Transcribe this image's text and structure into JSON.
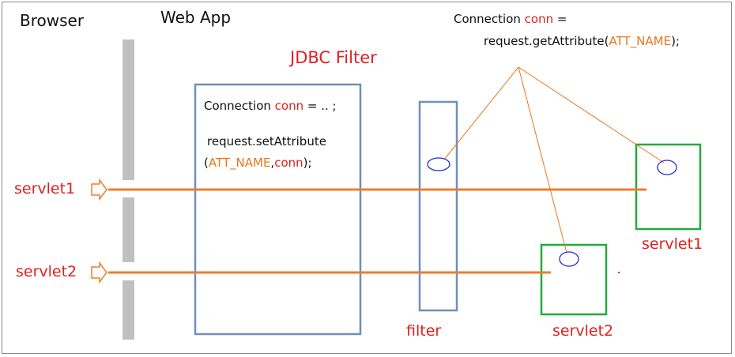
{
  "headers": {
    "browser": "Browser",
    "webapp": "Web App"
  },
  "labels": {
    "jdbc_filter": "JDBC Filter",
    "servlet1_left": "servlet1",
    "servlet2_left": "servlet2",
    "filter": "filter",
    "servlet1_right": "servlet1",
    "servlet2_right": "servlet2"
  },
  "get_attr": {
    "l1_prefix": "Connection ",
    "l1_var": "conn",
    "l1_suffix": " =",
    "l2_prefix": "request.getAttribute(",
    "l2_arg": "ATT_NAME",
    "l2_suffix": ");"
  },
  "jdbc_box": {
    "l1_prefix": "Connection ",
    "l1_var": "conn",
    "l1_suffix": " = ..  ;",
    "l2": "request.setAttribute",
    "l3_open": "(",
    "l3_arg1": "ATT_NAME",
    "l3_sep": ",",
    "l3_arg2": "conn",
    "l3_close": ");"
  },
  "colors": {
    "browser_bar": "#c0c0c0",
    "box_blue": "#6e8fb8",
    "box_green": "#22aa3a",
    "request_line": "#f07d28",
    "pointer_line": "#e8761e",
    "ellipse": "#1f2bd8",
    "label_red": "#e02020"
  }
}
